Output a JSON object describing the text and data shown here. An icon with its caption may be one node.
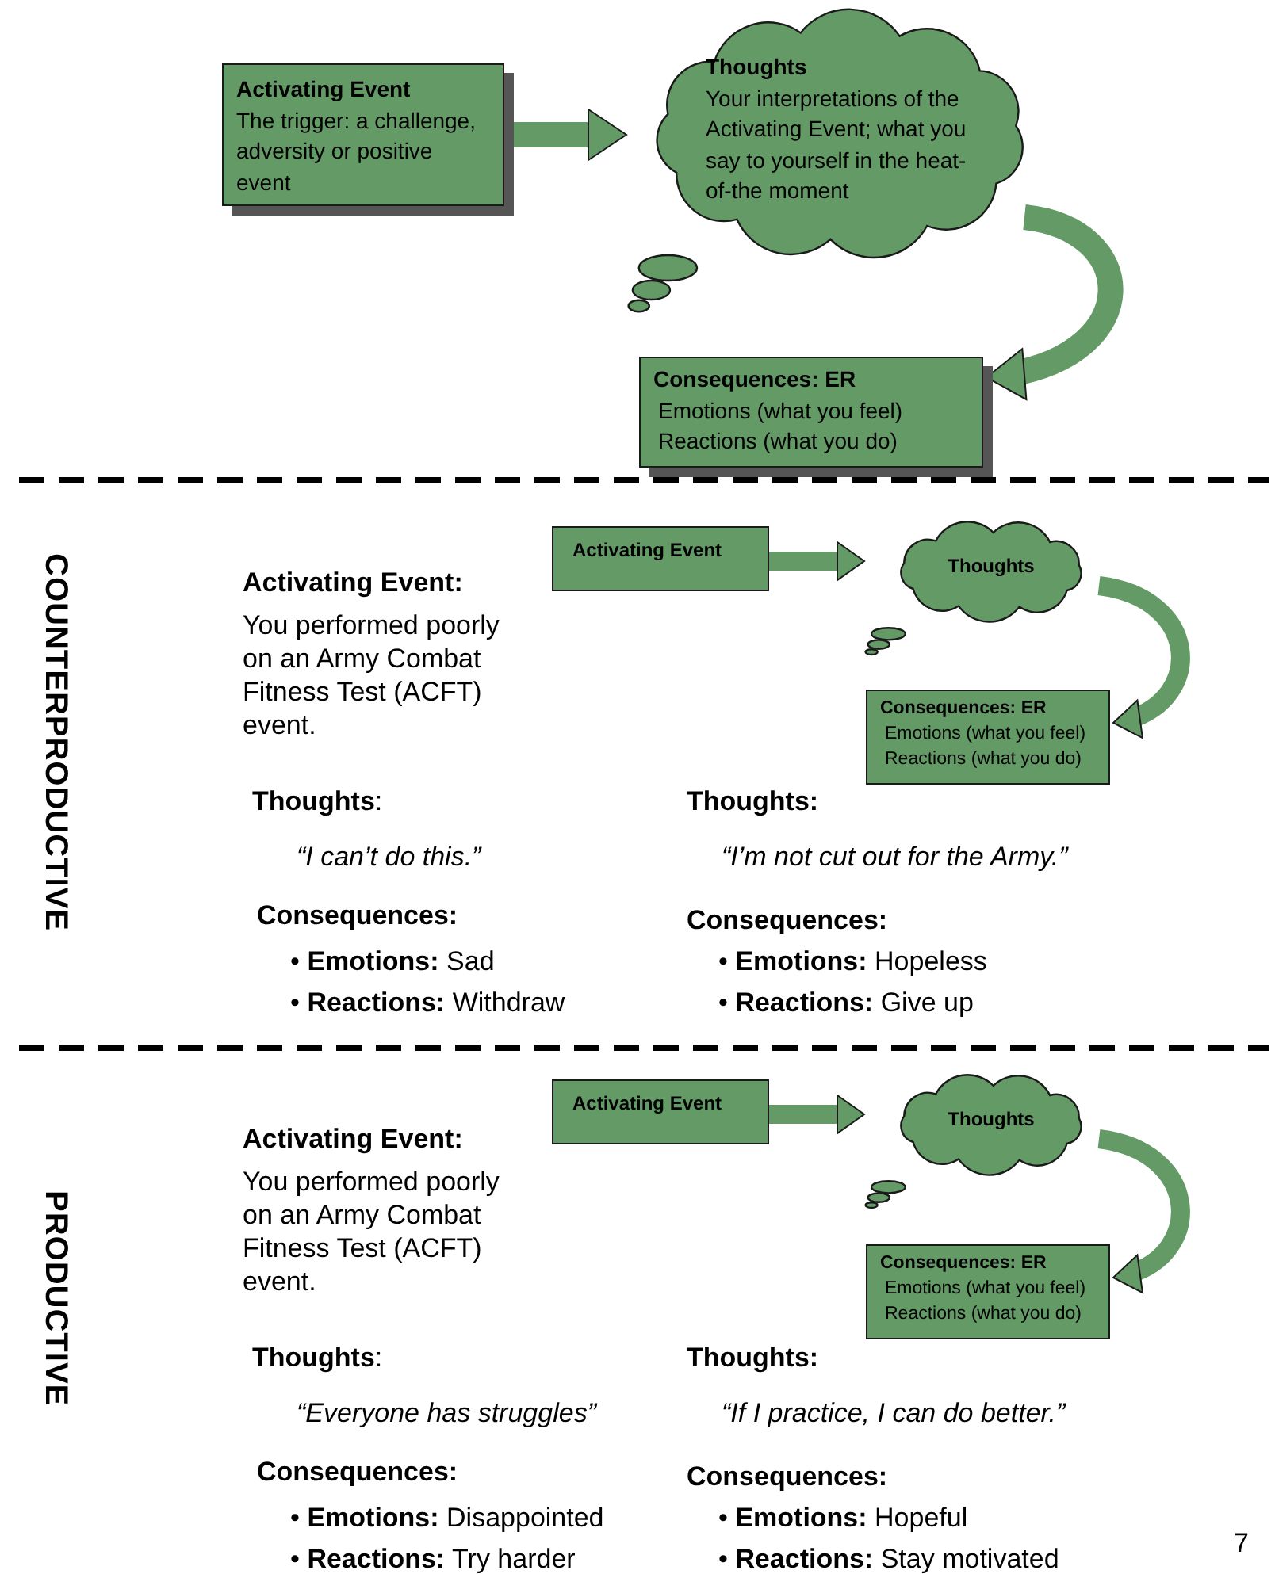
{
  "diagram": {
    "nodes": [
      {
        "text": [
          "Activating Event",
          "The trigger: a challenge, adversity or positive event"
        ]
      },
      {
        "text": [
          "Thoughts",
          "Your interpretations of the Activating Event; what you say to yourself in the heat-of-the moment"
        ]
      },
      {
        "text": [
          "Consequences: ER",
          "Emotions (what you feel)",
          "Reactions (what you do)"
        ]
      },
      {
        "text": [
          "Activating Event"
        ]
      },
      {
        "text": [
          "Thoughts"
        ]
      },
      {
        "text": [
          "Consequences: ER",
          "Emotions (what you feel)",
          "Reactions (what you do)"
        ]
      },
      {
        "text": [
          "Activating Event"
        ]
      },
      {
        "text": [
          "Thoughts"
        ]
      },
      {
        "text": [
          "Consequences: ER",
          "Emotions (what you feel)",
          "Reactions (what you do)"
        ]
      }
    ],
    "edges": [
      {
        "from": 0,
        "to": 1,
        "arrow": "to"
      },
      {
        "from": 1,
        "to": 2,
        "arrow": "to"
      },
      {
        "from": 3,
        "to": 4,
        "arrow": "to"
      },
      {
        "from": 4,
        "to": 5,
        "arrow": "to"
      },
      {
        "from": 6,
        "to": 7,
        "arrow": "to"
      },
      {
        "from": 7,
        "to": 8,
        "arrow": "to"
      }
    ],
    "labels": [
      "COUNTERPRODUCTIVE",
      "Activating Event:",
      "You performed poorly on an Army Combat Fitness Test (ACFT) event.",
      "**Thoughts**:",
      "“I can’t do this.”",
      "Consequences:",
      "• **Emotions:** Sad",
      "• **Reactions:** Withdraw",
      "Thoughts:",
      "“I’m not cut out for the Army.”",
      "Consequences:",
      "• **Emotions:** Hopeless",
      "• **Reactions:** Give up",
      "PRODUCTIVE",
      "Activating Event:",
      "You performed poorly on an Army Combat Fitness Test (ACFT) event.",
      "**Thoughts**:",
      "“Everyone has struggles”",
      "Consequences:",
      "• **Emotions:** Disappointed",
      "• **Reactions:** Try harder",
      "Thoughts:",
      "“If I practice, I can do better.”",
      "Consequences:",
      "• **Emotions:** Hopeful",
      "• **Reactions:** Stay motivated",
      "7"
    ]
  }
}
